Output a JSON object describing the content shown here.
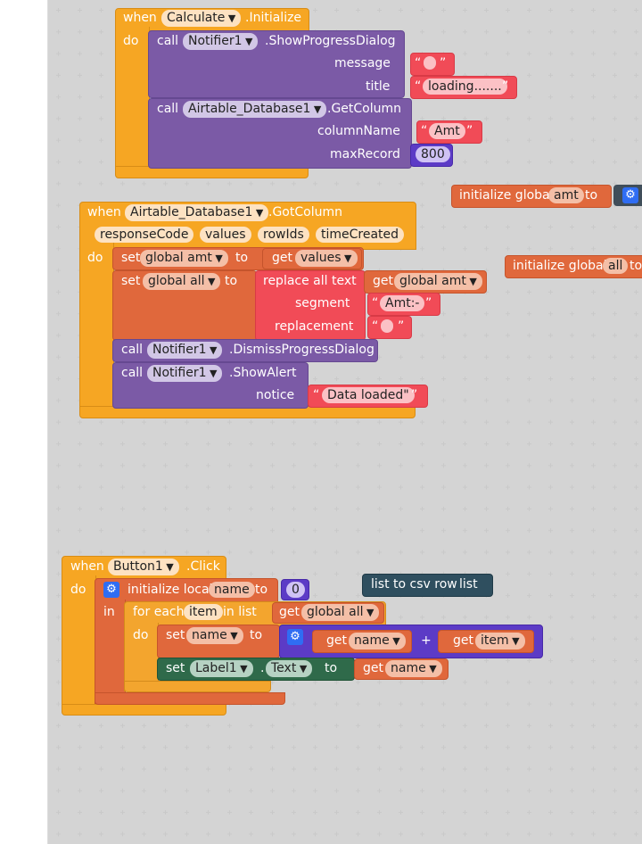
{
  "block1": {
    "when": "when",
    "component": "Calculate",
    "event": ".Initialize",
    "do": "do",
    "call1": {
      "call": "call",
      "component": "Notifier1",
      "method": ".ShowProgressDialog",
      "message_label": "message",
      "message_value": "“ ”",
      "title_label": "title",
      "title_value": "loading......."
    },
    "call2": {
      "call": "call",
      "component": "Airtable_Database1",
      "method": ".GetColumn",
      "column_label": "columnName",
      "column_value": "Amt",
      "max_label": "maxRecord",
      "max_value": "800"
    }
  },
  "init_amt": {
    "label": "initialize global",
    "name": "amt",
    "to": "to"
  },
  "init_all": {
    "label": "initialize global",
    "name": "all",
    "to": "to"
  },
  "block2": {
    "when": "when",
    "component": "Airtable_Database1",
    "event": ".GotColumn",
    "params": [
      "responseCode",
      "values",
      "rowIds",
      "timeCreated"
    ],
    "do": "do",
    "set1": {
      "set": "set",
      "var": "global amt",
      "to": "to",
      "get": "get",
      "value": "values"
    },
    "set2": {
      "set": "set",
      "var": "global all",
      "to": "to",
      "replace": "replace all text",
      "get": "get",
      "getvar": "global amt",
      "segment_label": "segment",
      "segment_value": "Amt:-",
      "replacement_label": "replacement"
    },
    "call1": {
      "call": "call",
      "component": "Notifier1",
      "method": ".DismissProgressDialog"
    },
    "call2": {
      "call": "call",
      "component": "Notifier1",
      "method": ".ShowAlert",
      "notice_label": "notice",
      "notice_value": "Data loaded\""
    }
  },
  "block3": {
    "when": "when",
    "component": "Button1",
    "event": ".Click",
    "do": "do",
    "init_local": "initialize local",
    "local_name": "name",
    "to": "to",
    "init_value": "0",
    "in": "in",
    "foreach": "for each",
    "item": "item",
    "inlist": "in list",
    "get": "get",
    "global_all": "global all",
    "do2": "do",
    "set": "set",
    "set_var": "name",
    "get_name": "name",
    "plus": "+",
    "get_item": "item",
    "set_comp": "Label1",
    "dot": ".",
    "prop": "Text",
    "to2": "to",
    "get_name2": "name"
  },
  "csv": {
    "label": "list to csv row",
    "list": "list"
  },
  "quote_open": "“",
  "quote_close": "”"
}
